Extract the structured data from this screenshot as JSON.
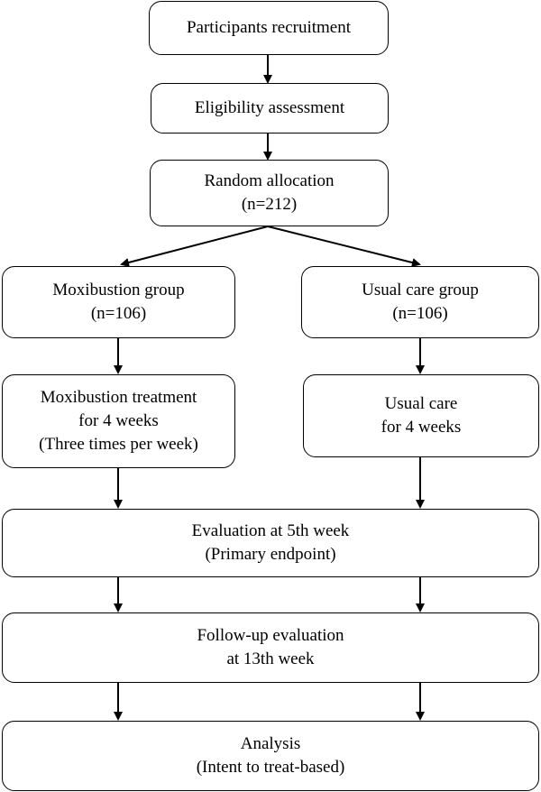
{
  "nodes": {
    "recruitment": {
      "lines": [
        "Participants recruitment"
      ]
    },
    "eligibility": {
      "lines": [
        "Eligibility assessment"
      ]
    },
    "random": {
      "lines": [
        "Random allocation",
        "(n=212)"
      ]
    },
    "moxa_group": {
      "lines": [
        "Moxibustion group",
        "(n=106)"
      ]
    },
    "usual_group": {
      "lines": [
        "Usual care group",
        "(n=106)"
      ]
    },
    "moxa_treatment": {
      "lines": [
        "Moxibustion treatment",
        "for 4 weeks",
        "(Three times per week)"
      ]
    },
    "usual_care": {
      "lines": [
        "Usual care",
        "for 4 weeks"
      ]
    },
    "evaluation5": {
      "lines": [
        "Evaluation at 5th week",
        "(Primary endpoint)"
      ]
    },
    "followup13": {
      "lines": [
        "Follow-up evaluation",
        "at 13th week"
      ]
    },
    "analysis": {
      "lines": [
        "Analysis",
        "(Intent to treat-based)"
      ]
    }
  }
}
